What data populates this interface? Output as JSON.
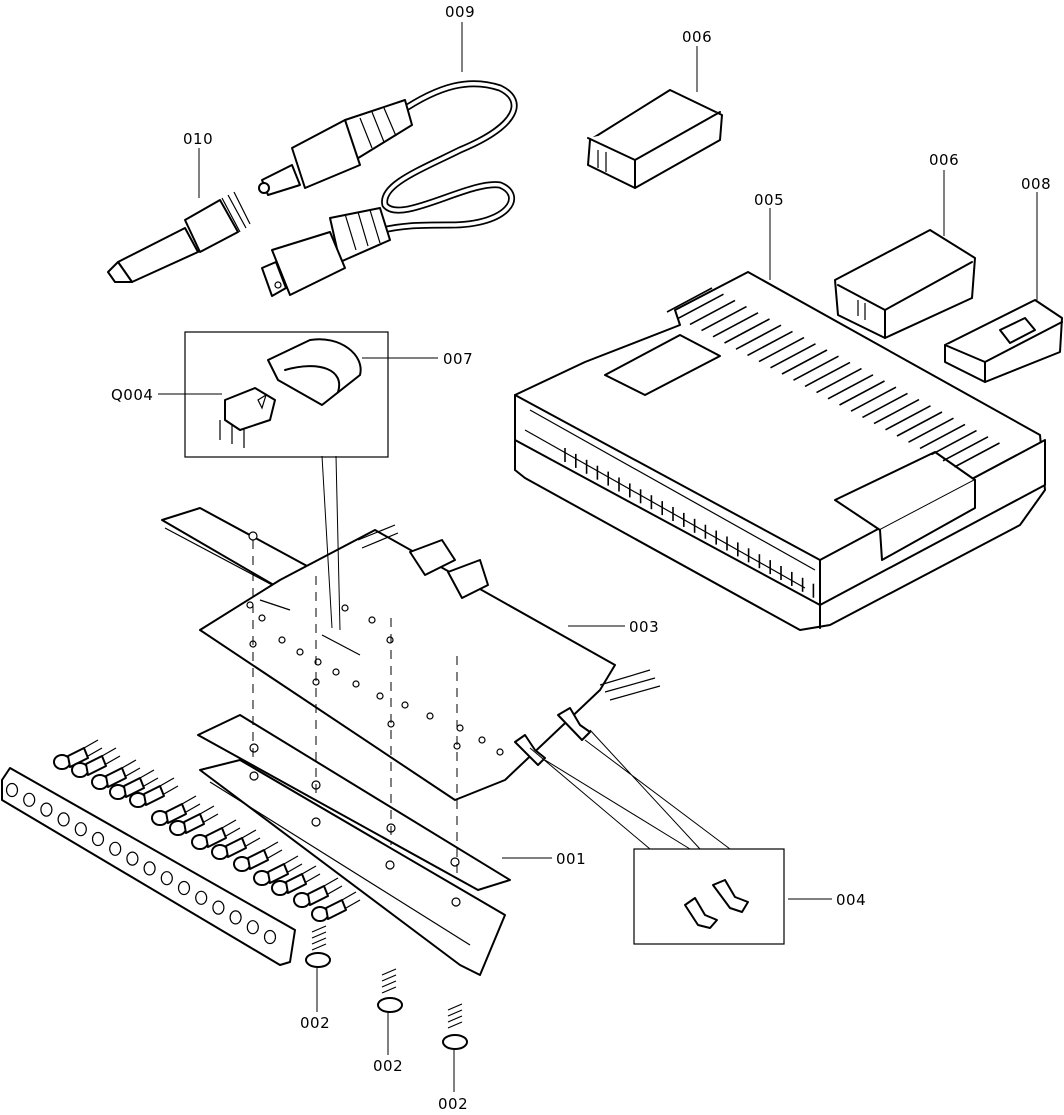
{
  "labels": {
    "l009": "009",
    "l010": "010",
    "l006a": "006",
    "l006b": "006",
    "l008": "008",
    "l005": "005",
    "l007": "007",
    "lq004": "Q004",
    "l003": "003",
    "l001": "001",
    "l004": "004",
    "l002a": "002",
    "l002b": "002",
    "l002c": "002"
  }
}
